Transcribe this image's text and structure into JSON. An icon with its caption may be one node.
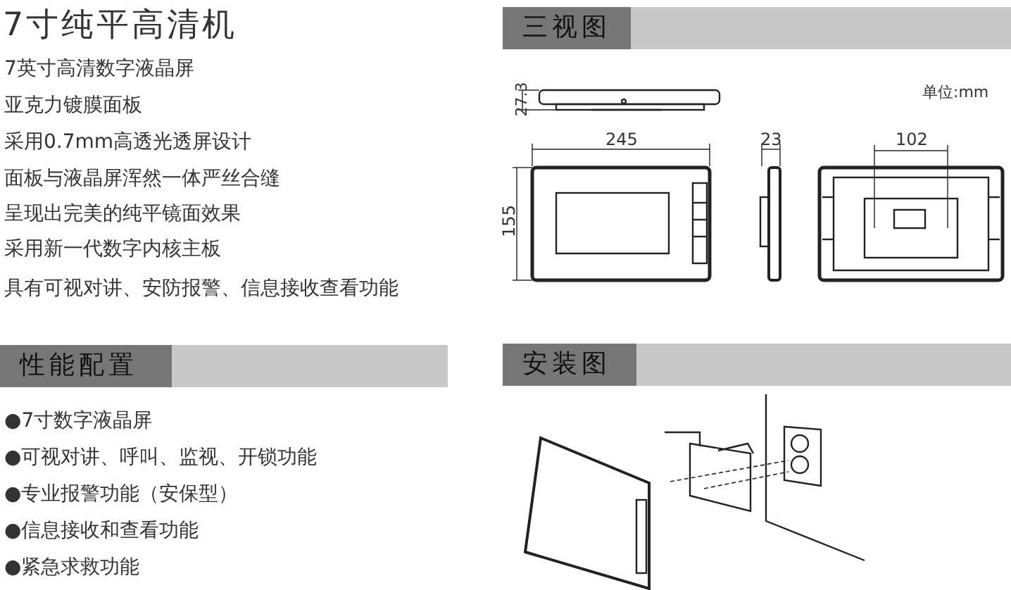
{
  "diagram": {
    "title": "7寸纯平高清机",
    "nodes": [
      {
        "text": [
          "三视图"
        ]
      },
      {
        "text": [
          "性能配置"
        ]
      },
      {
        "text": [
          "安装图"
        ]
      }
    ],
    "labels": [
      "7英寸高清数字液晶屏",
      "亚克力镀膜面板",
      "采用0.7mm高透光透屏设计",
      "面板与液晶屏浑然一体严丝合缝",
      "呈现出完美的纯平镜面效果",
      "采用新一代数字内核主板",
      "具有可视对讲、安防报警、信息接收查看功能",
      "27.3",
      "单位:mm",
      "245",
      "23",
      "102",
      "155",
      "●7寸数字液晶屏",
      "●可视对讲、呼叫、监视、开锁功能",
      "●专业报警功能（安保型）",
      "●信息接收和查看功能",
      "●紧急求救功能"
    ]
  }
}
